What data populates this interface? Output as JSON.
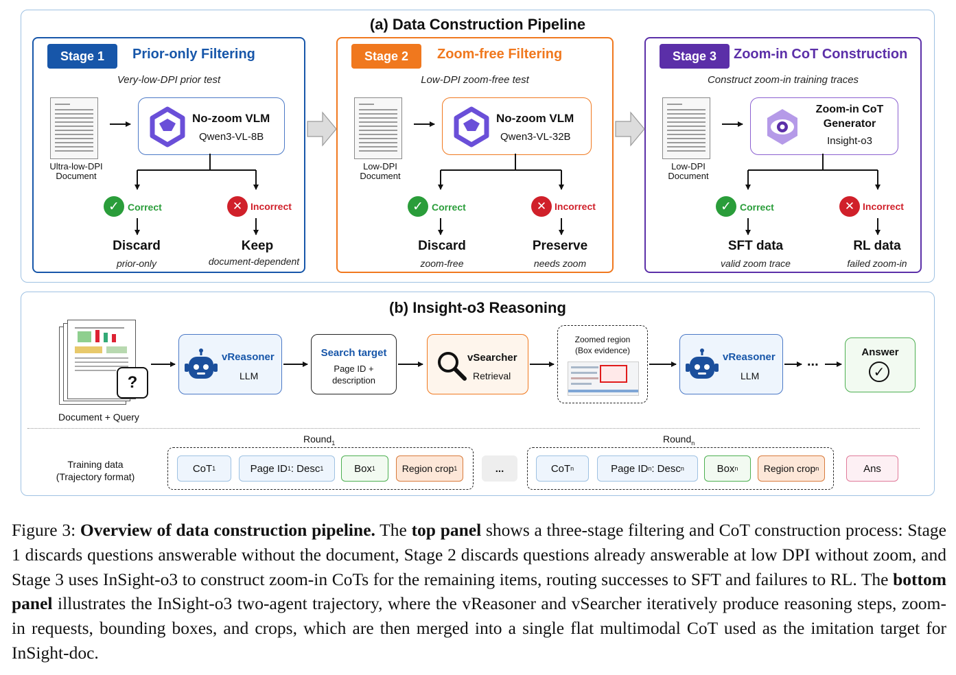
{
  "panel_a": {
    "title": "(a) Data Construction Pipeline",
    "stages": [
      {
        "badge": "Stage 1",
        "name": "Prior-only Filtering",
        "subtitle": "Very-low-DPI prior test",
        "doc_label": [
          "Ultra-low-DPI",
          "Document"
        ],
        "model_title": "No-zoom VLM",
        "model_sub": "Qwen3-VL-8B",
        "correct": "Correct",
        "incorrect": "Incorrect",
        "left_outcome": "Discard",
        "left_outcome_sub": "prior-only",
        "right_outcome": "Keep",
        "right_outcome_sub": "document-dependent",
        "color": "#1756a9"
      },
      {
        "badge": "Stage 2",
        "name": "Zoom-free Filtering",
        "subtitle": "Low-DPI zoom-free test",
        "doc_label": [
          "Low-DPI",
          "Document"
        ],
        "model_title": "No-zoom VLM",
        "model_sub": "Qwen3-VL-32B",
        "correct": "Correct",
        "incorrect": "Incorrect",
        "left_outcome": "Discard",
        "left_outcome_sub": "zoom-free",
        "right_outcome": "Preserve",
        "right_outcome_sub": "needs zoom",
        "color": "#f0781e"
      },
      {
        "badge": "Stage 3",
        "name": "Zoom-in CoT Construction",
        "subtitle": "Construct zoom-in training traces",
        "doc_label": [
          "Low-DPI",
          "Document"
        ],
        "model_title": "Zoom-in CoT",
        "model_title2": "Generator",
        "model_sub": "Insight-o3",
        "correct": "Correct",
        "incorrect": "Incorrect",
        "left_outcome": "SFT data",
        "left_outcome_sub": "valid zoom trace",
        "right_outcome": "RL data",
        "right_outcome_sub": "failed zoom-in",
        "color": "#5b2fa8"
      }
    ]
  },
  "panel_b": {
    "title": "(b) Insight-o3 Reasoning",
    "doc_query_label": "Document + Query",
    "query_mark": "?",
    "reasoner1": {
      "title": "vReasoner",
      "sub": "LLM"
    },
    "search_target": {
      "title": "Search target",
      "line1": "Page ID +",
      "line2": "description"
    },
    "searcher": {
      "title": "vSearcher",
      "sub": "Retrieval"
    },
    "zoomed": {
      "line1": "Zoomed region",
      "line2": "(Box evidence)"
    },
    "reasoner2": {
      "title": "vReasoner",
      "sub": "LLM"
    },
    "ellipsis": "...",
    "answer": {
      "title": "Answer",
      "mark": "✓"
    },
    "training_label": [
      "Training data",
      "(Trajectory format)"
    ],
    "round1_label": "Round",
    "round1_sub": "1",
    "roundn_label": "Round",
    "roundn_sub": "n",
    "round1_items": [
      {
        "text": "CoT",
        "sub": "1"
      },
      {
        "text": "Page ID",
        "sub": "1",
        "text2": ": Desc",
        "sub2": "1"
      },
      {
        "text": "Box",
        "sub": "1"
      },
      {
        "text": "Region crop",
        "sub": "1"
      }
    ],
    "gap_item": "...",
    "roundn_items": [
      {
        "text": "CoT",
        "sub": "n"
      },
      {
        "text": "Page ID",
        "sub": "n",
        "text2": ": Desc",
        "sub2": "n"
      },
      {
        "text": "Box",
        "sub": "n"
      },
      {
        "text": "Region crop",
        "sub": "n"
      }
    ],
    "ans_item": "Ans"
  },
  "caption": {
    "fig": "Figure 3:",
    "bold1": "Overview of data construction pipeline.",
    "t1": " The ",
    "bold2": "top panel",
    "t2": " shows a three-stage filtering and CoT construction process: Stage 1 discards questions answerable without the document, Stage 2 discards questions already answerable at low DPI without zoom, and Stage 3 uses InSight-o3 to construct zoom-in CoTs for the remaining items, routing successes to SFT and failures to RL. The ",
    "bold3": "bottom panel",
    "t3": " illustrates the InSight-o3 two-agent trajectory, where the vReasoner and vSearcher iteratively produce reasoning steps, zoom-in requests, bounding boxes, and crops, which are then merged into a single flat multimodal CoT used as the imitation target for InSight-doc."
  }
}
